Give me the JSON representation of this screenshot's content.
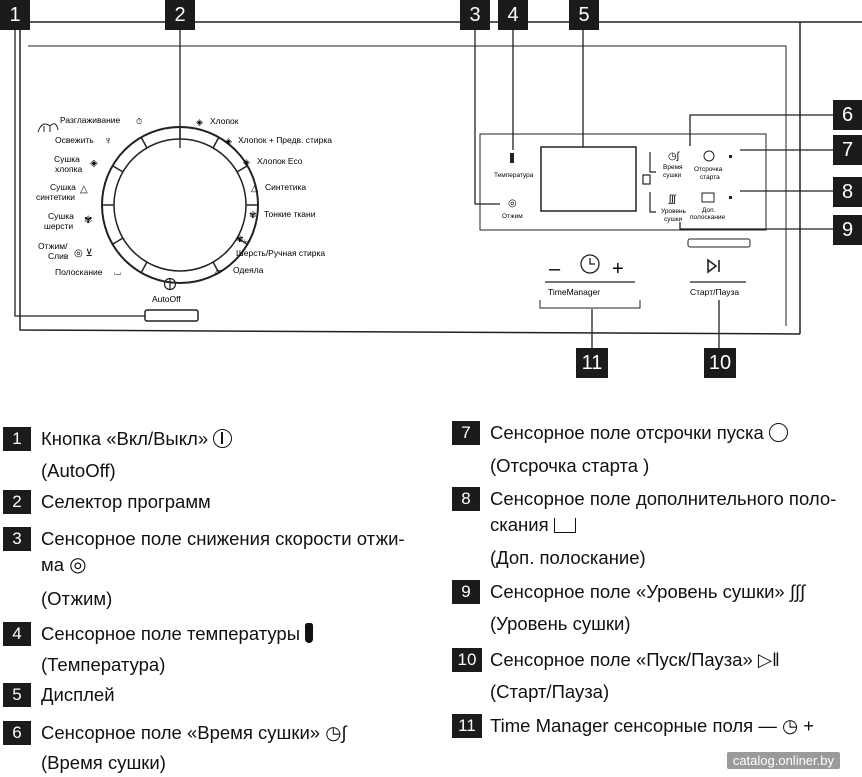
{
  "callouts": [
    "1",
    "2",
    "3",
    "4",
    "5",
    "6",
    "7",
    "8",
    "9",
    "10",
    "11"
  ],
  "dial": {
    "left_items": [
      "Разглаживание",
      "Освежить",
      "Сушка",
      "хлопка",
      "Сушка",
      "синтетики",
      "Сушка",
      "шерсти",
      "Отжим/",
      "Слив",
      "Полоскание"
    ],
    "right_items": [
      "Хлопок",
      "Хлопок + Предв. стирка",
      "Хлопок Eco",
      "Синтетика",
      "Тонкие ткани",
      "Шерсть/Ручная стирка",
      "Одеяла"
    ],
    "autooff": "AutoOff"
  },
  "panel": {
    "temperature": "Температура",
    "spin": "Отжим",
    "dry_time_1": "Время",
    "dry_time_2": "сушки",
    "delay_1": "Отсрочка",
    "delay_2": "старта",
    "extra_rinse_1": "Доп.",
    "extra_rinse_2": "полоскание",
    "dry_level_1": "Уровень",
    "dry_level_2": "сушки",
    "time_manager": "TimeManager",
    "tm_minus": "–",
    "tm_plus": "+",
    "start_pause": "Старт/Пауза"
  },
  "legend": [
    {
      "num": "1",
      "text": "Кнопка «Вкл/Выкл»",
      "sub": "(AutoOff)"
    },
    {
      "num": "2",
      "text": "Селектор программ"
    },
    {
      "num": "3",
      "text": "Сенсорное поле снижения скорости отжи-",
      "text2": "ма",
      "sub": "(Отжим)"
    },
    {
      "num": "4",
      "text": "Сенсорное поле температуры",
      "sub": "(Температура)"
    },
    {
      "num": "5",
      "text": "Дисплей"
    },
    {
      "num": "6",
      "text": "Сенсорное поле «Время сушки»",
      "sub": "(Время сушки)"
    },
    {
      "num": "7",
      "text": "Сенсорное поле отсрочки пуска",
      "sub": "(Отсрочка старта )"
    },
    {
      "num": "8",
      "text": "Сенсорное поле дополнительного поло-",
      "text2": "скания",
      "sub": "(Доп. полоскание)"
    },
    {
      "num": "9",
      "text": "Сенсорное поле «Уровень сушки»",
      "sub": "(Уровень сушки)"
    },
    {
      "num": "10",
      "text": "Сенсорное поле «Пуск/Пауза»",
      "sub": "(Старт/Пауза)"
    },
    {
      "num": "11",
      "text": "Time Manager сенсорные поля"
    }
  ],
  "watermark": "catalog.onliner.by"
}
